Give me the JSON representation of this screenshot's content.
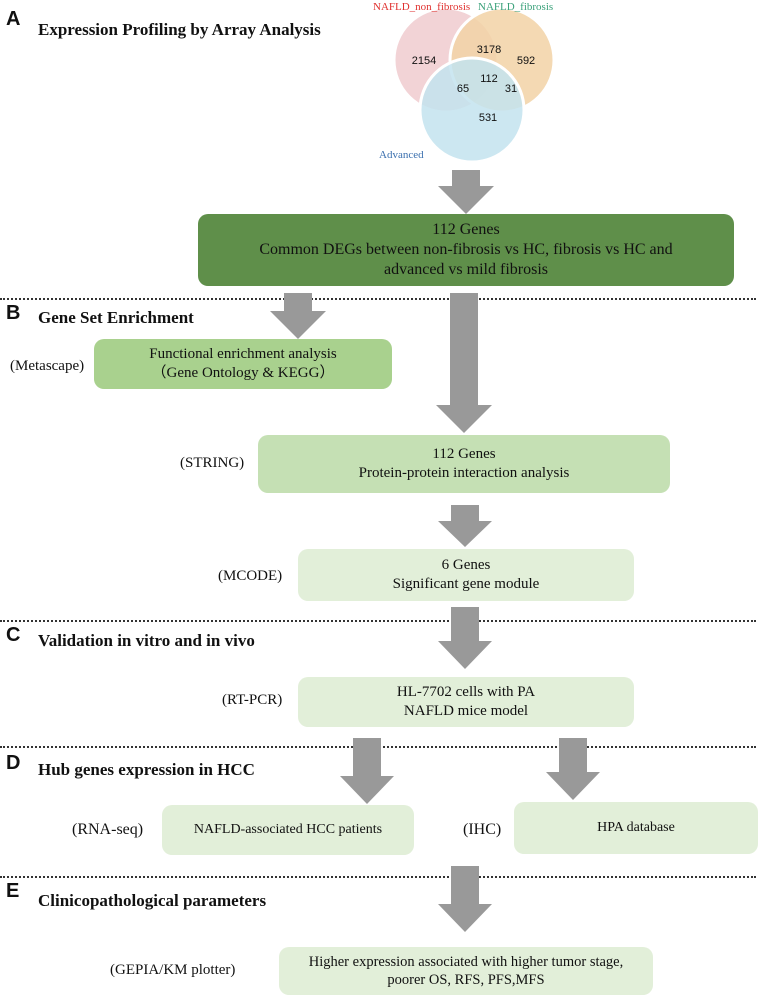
{
  "sections": {
    "A": {
      "letter": "A",
      "title": "Expression Profiling by Array Analysis"
    },
    "B": {
      "letter": "B",
      "title": "Gene Set Enrichment"
    },
    "C": {
      "letter": "C",
      "title": "Validation in vitro and in vivo"
    },
    "D": {
      "letter": "D",
      "title": "Hub genes  expression in HCC"
    },
    "E": {
      "letter": "E",
      "title": "Clinicopathological parameters"
    }
  },
  "venn": {
    "labels": {
      "non_fibrosis": "NAFLD_non_fibrosis",
      "fibrosis": "NAFLD_fibrosis",
      "advanced": "Advanced"
    },
    "counts": {
      "only_non_fibrosis": "2154",
      "non_fibrosis_fibrosis": "3178",
      "only_fibrosis": "592",
      "all_three": "112",
      "non_fibrosis_advanced": "65",
      "fibrosis_advanced": "31",
      "only_advanced": "531"
    },
    "colors": {
      "non_fibrosis": "#f2d3d6",
      "fibrosis": "#f2d2a6",
      "advanced": "#c3e3ee",
      "label_non_fibrosis": "#e0312f",
      "label_fibrosis": "#3aa17a",
      "label_advanced": "#3a6fae"
    }
  },
  "boxes": {
    "common": {
      "line1": "112 Genes",
      "line2": "Common DEGs between non-fibrosis vs HC, fibrosis vs HC and",
      "line3": "advanced vs mild fibrosis"
    },
    "enrichment": {
      "line1": "Functional enrichment analysis",
      "line2": "（Gene Ontology & KEGG）"
    },
    "ppi": {
      "line1": "112 Genes",
      "line2": "Protein-protein interaction analysis"
    },
    "module": {
      "line1": "6 Genes",
      "line2": "Significant gene module"
    },
    "validation": {
      "line1": "HL-7702 cells with PA",
      "line2": "NAFLD mice model"
    },
    "hcc_patients": {
      "line1": "NAFLD-associated HCC patients"
    },
    "hpa": {
      "line1": "HPA database"
    },
    "clinical": {
      "line1": "Higher expression associated with higher tumor stage,",
      "line2": "poorer OS, RFS, PFS,MFS"
    }
  },
  "tools": {
    "metascape": "(Metascape)",
    "string": "(STRING)",
    "mcode": "(MCODE)",
    "rtpcr": "(RT-PCR)",
    "rnaseq": "(RNA-seq)",
    "ihc": "(IHC)",
    "gepia": "(GEPIA/KM plotter)"
  },
  "colors": {
    "dark_green": "#5f8f4a",
    "mid_green": "#a9d18e",
    "light_green": "#c5e0b4",
    "pale_green": "#e2efd9",
    "arrow_gray": "#999999"
  }
}
